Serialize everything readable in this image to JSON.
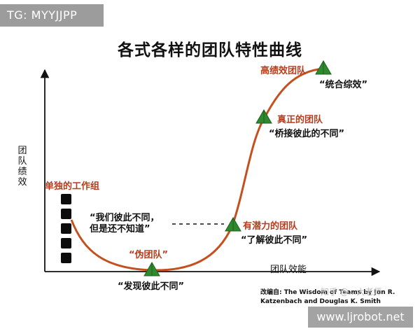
{
  "watermarks": {
    "top_left": "TG: MYYJJPP",
    "bottom_right": "www.ljrobot.net",
    "faint": "知乎 @...大老师"
  },
  "title": "各式各样的团队特性曲线",
  "axes": {
    "y_label": "团队绩效",
    "x_label": "团队效能"
  },
  "stages": {
    "single": {
      "name": "单独的工作组",
      "quote": "“我们彼此不同，\n但是还不知道”"
    },
    "pseudo": {
      "name": "“伪团队”",
      "quote": "“发现彼此不同”"
    },
    "potential": {
      "name": "有潜力的团队",
      "quote": "“了解彼此不同”"
    },
    "real": {
      "name": "真正的团队",
      "quote": "“桥接彼此的不同”"
    },
    "high": {
      "name": "高绩效团队",
      "quote": "“统合综效”"
    }
  },
  "credit": "改编自: The Wisdom of Teams by Jon R.\nKatzenbach and Douglas K. Smith",
  "colors": {
    "curve": "#c4501f",
    "marker_fill": "#2f8a2f",
    "stage_label": "#b83b1c"
  }
}
